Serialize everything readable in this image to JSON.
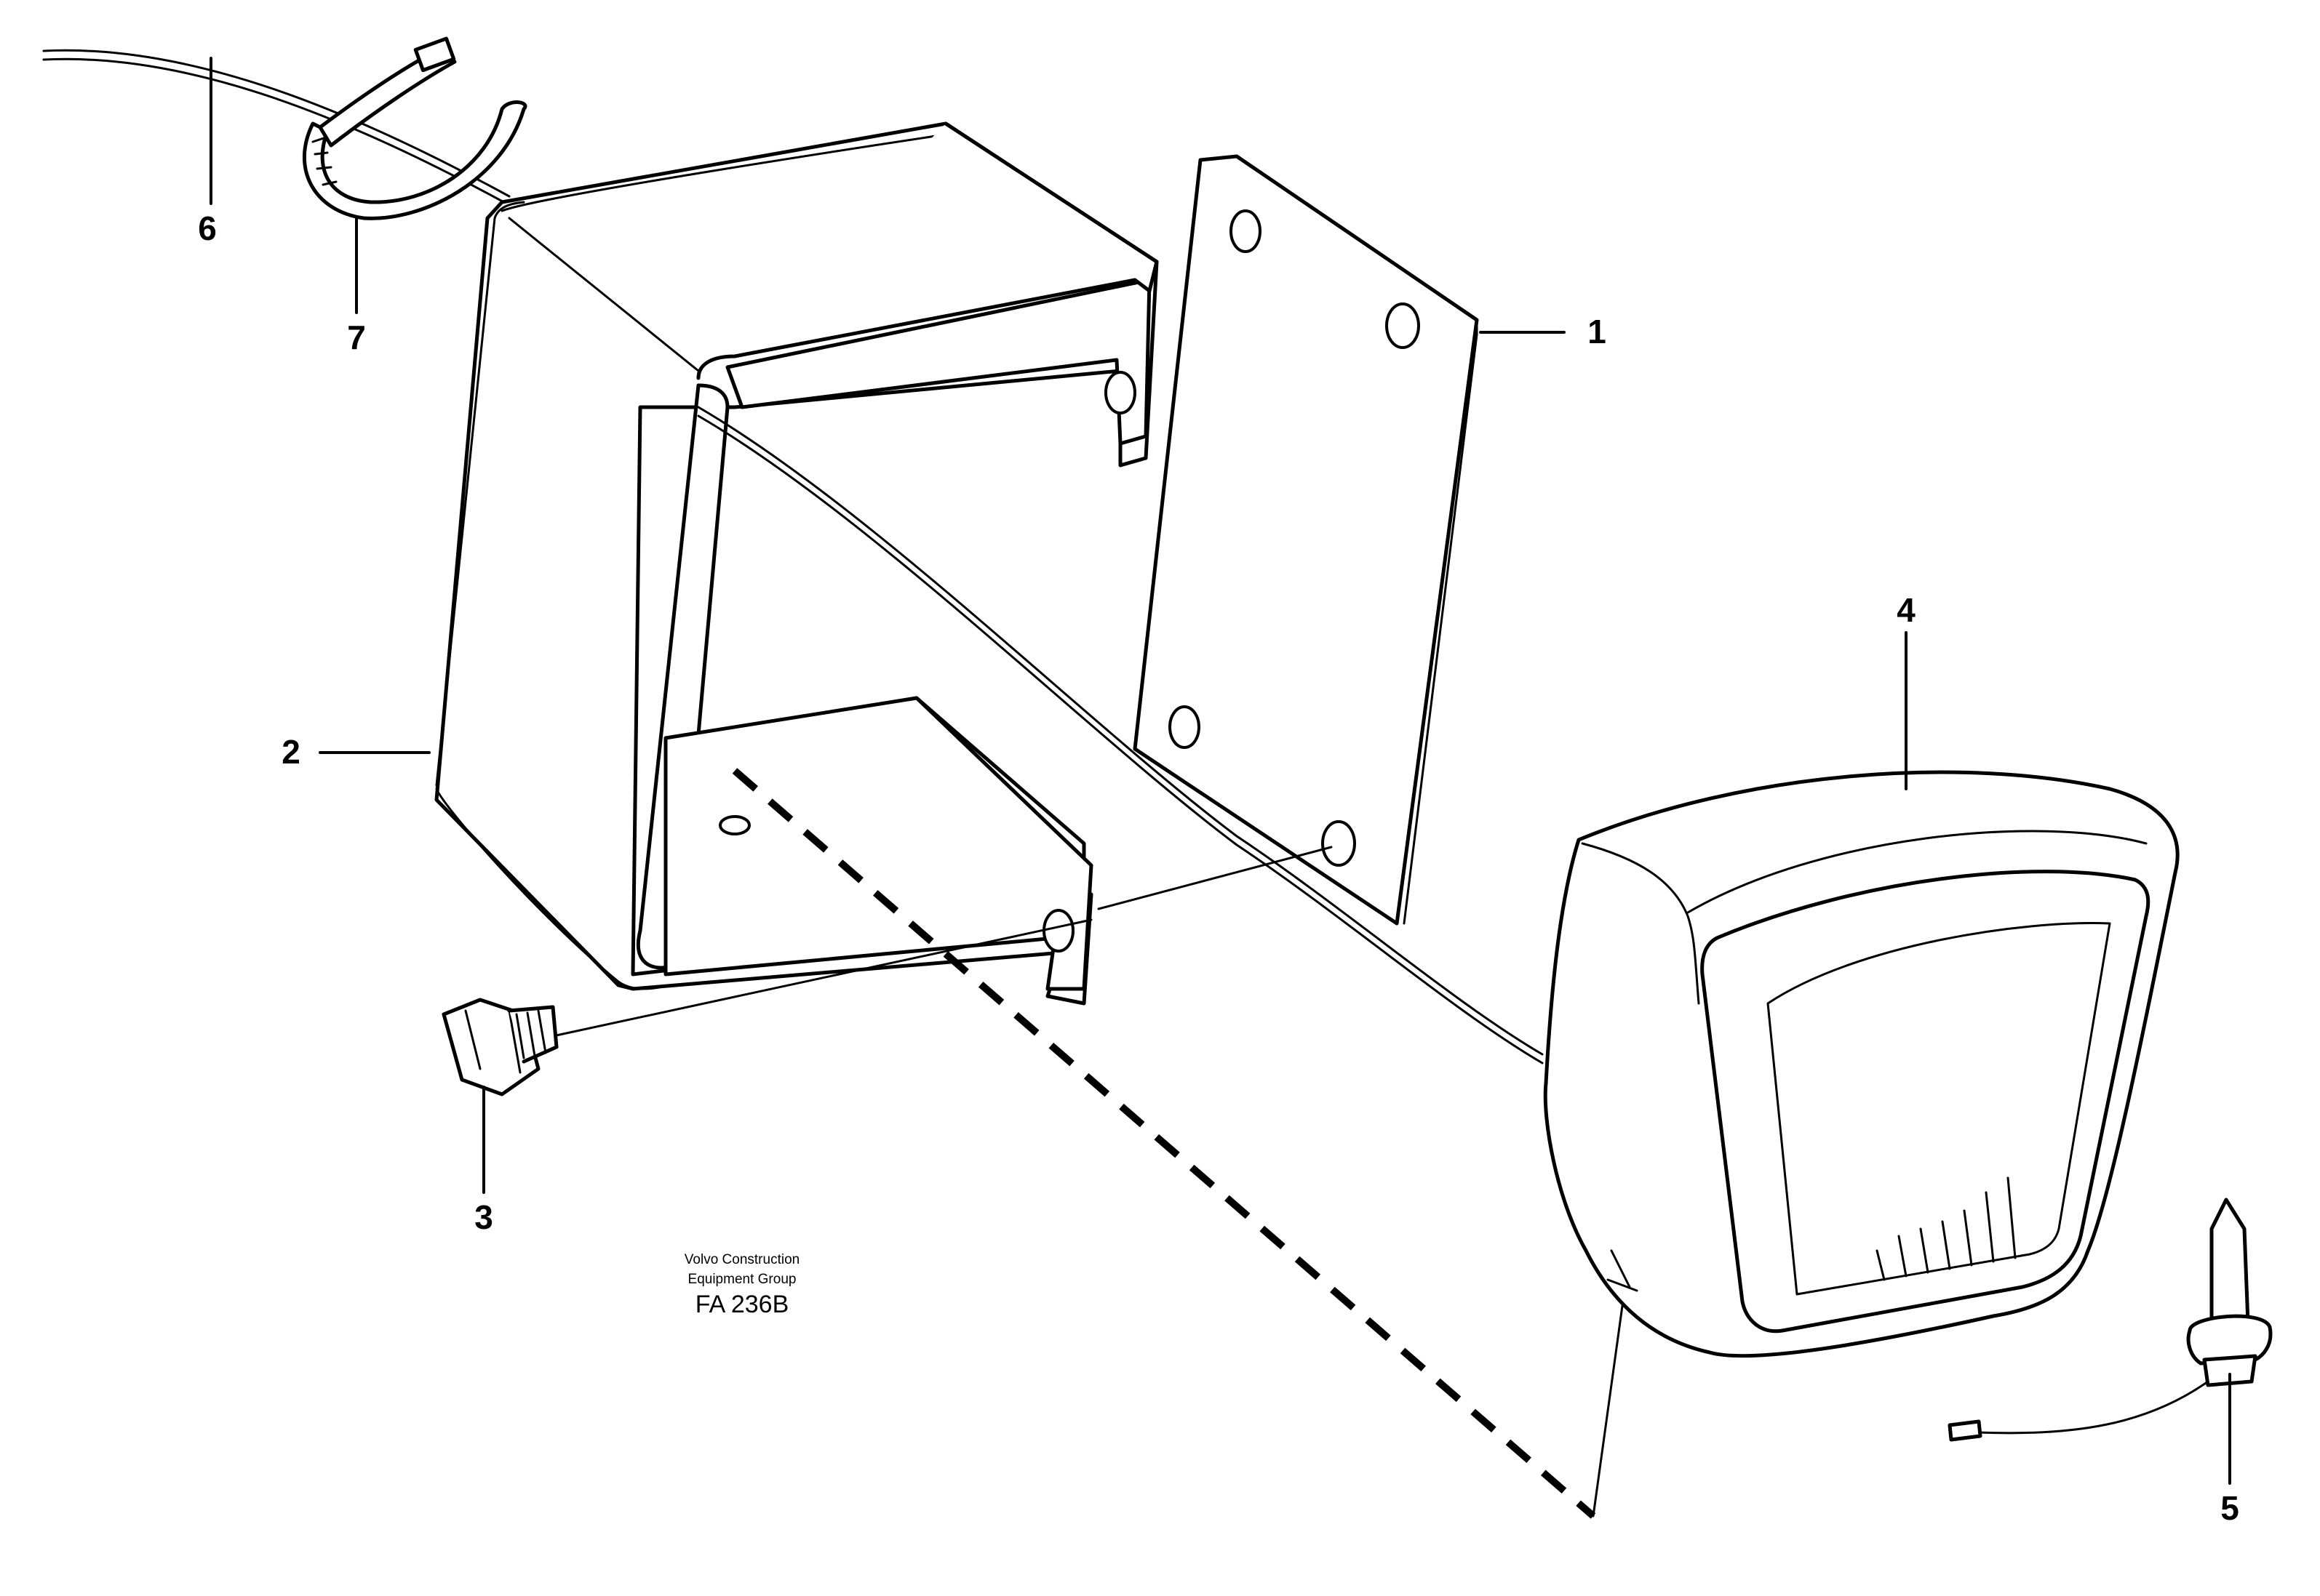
{
  "callouts": {
    "c1": "1",
    "c2": "2",
    "c3": "3",
    "c4": "4",
    "c5": "5",
    "c6": "6",
    "c7": "7"
  },
  "footer": {
    "credit_line1": "Volvo Construction",
    "credit_line2": "Equipment Group",
    "figure_code": "FA 236B"
  }
}
